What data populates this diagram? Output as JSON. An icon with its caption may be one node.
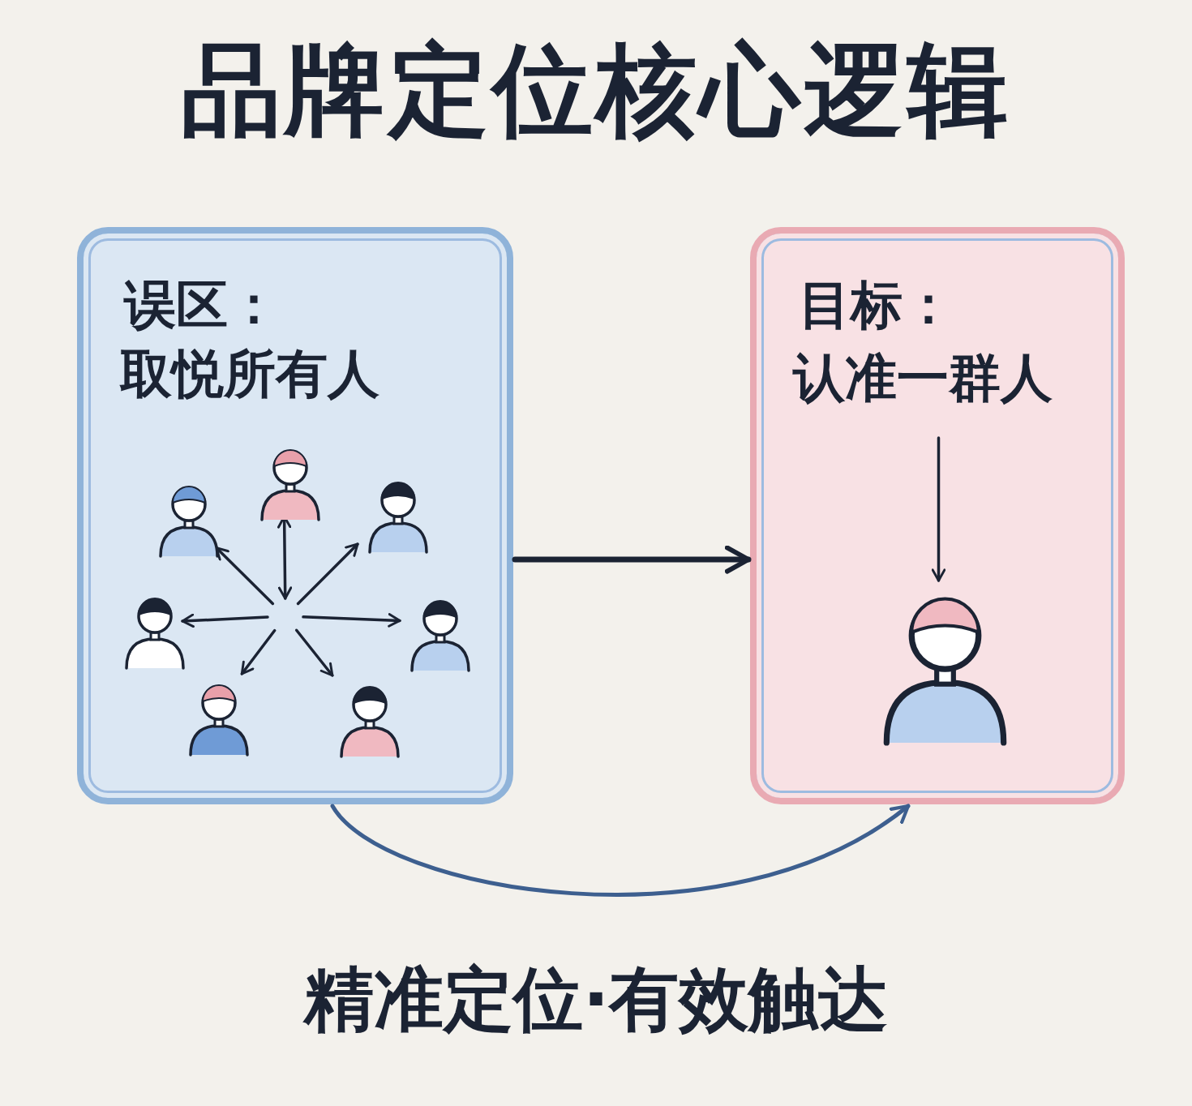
{
  "diagram": {
    "title": "品牌定位核心逻辑",
    "nodes": [
      {
        "text": [
          "误区：",
          "取悦所有人"
        ]
      },
      {
        "text": [
          "目标：",
          "认准一群人"
        ]
      },
      {
        "text": [],
        "shape": "person",
        "in": 0
      },
      {
        "text": [],
        "shape": "person",
        "in": 0
      },
      {
        "text": [],
        "shape": "person",
        "in": 0
      },
      {
        "text": [],
        "shape": "person",
        "in": 0
      },
      {
        "text": [],
        "shape": "person",
        "in": 0
      },
      {
        "text": [],
        "shape": "person",
        "in": 0
      },
      {
        "text": [],
        "shape": "person",
        "in": 0
      },
      {
        "text": [],
        "shape": "person",
        "in": 1
      }
    ],
    "edges": [
      {
        "from": null,
        "to": 2,
        "arrow": "both"
      },
      {
        "from": null,
        "to": 3,
        "arrow": "to"
      },
      {
        "from": null,
        "to": 4,
        "arrow": "to"
      },
      {
        "from": null,
        "to": 5,
        "arrow": "to"
      },
      {
        "from": null,
        "to": 6,
        "arrow": "to"
      },
      {
        "from": null,
        "to": 7,
        "arrow": "to"
      },
      {
        "from": null,
        "to": 8,
        "arrow": "to"
      },
      {
        "from": null,
        "to": 9,
        "arrow": "to"
      },
      {
        "from": 0,
        "to": 1,
        "arrow": "to",
        "style": "thick"
      },
      {
        "from": 0,
        "to": 1,
        "arrow": "to",
        "label": "精准定位·有效触达",
        "color": "#3d5f8f"
      }
    ]
  }
}
